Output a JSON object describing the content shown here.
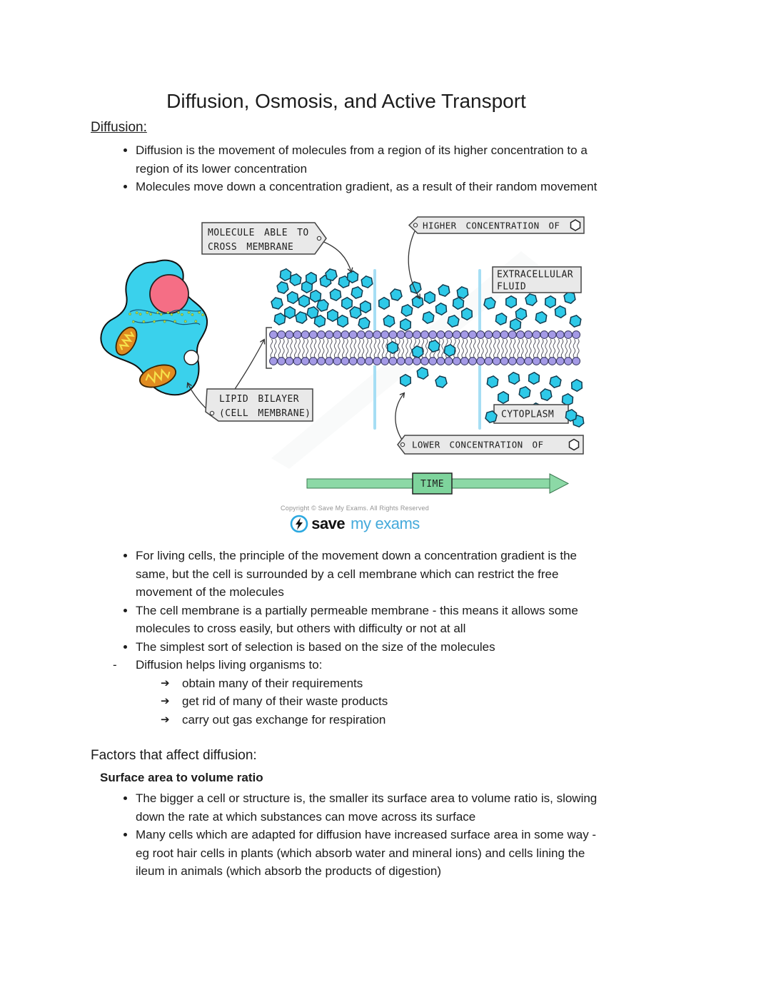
{
  "title": "Diffusion, Osmosis, and Active Transport",
  "diffusion_section": {
    "heading": "Diffusion:",
    "bullets": [
      "Diffusion is the movement of molecules from a region of its higher concentration to a\nregion of its lower concentration",
      "Molecules move down a concentration gradient, as a result of their random movement"
    ]
  },
  "diagram": {
    "labels": {
      "molecule_line1": "MOLECULE ABLE TO",
      "molecule_line2": "CROSS MEMBRANE",
      "higher_concentration": "HIGHER CONCENTRATION OF",
      "extracellular_line1": "EXTRACELLULAR",
      "extracellular_line2": "FLUID",
      "lipid_line1": "LIPID BILAYER",
      "lipid_line2": "(CELL MEMBRANE)",
      "cytoplasm": "CYTOPLASM",
      "lower_concentration": "LOWER CONCENTRATION OF",
      "time": "TIME"
    },
    "panels": [
      {
        "outside_molecules": 28,
        "in_membrane": 0,
        "cytoplasm_molecules": 0
      },
      {
        "outside_molecules": 15,
        "in_membrane": 4,
        "cytoplasm_molecules": 3
      },
      {
        "outside_molecules": 11,
        "in_membrane": 0,
        "cytoplasm_molecules": 14
      }
    ],
    "colors": {
      "molecule": "#2ec9e8",
      "membrane_head": "#a49ae6",
      "cell": "#3ad1ec",
      "nucleus": "#f56e85",
      "mitochondria": "#e08b20",
      "label_box": "#e9e9e9",
      "time_green": "#8cd9a6",
      "time_box_green": "#7ed49c",
      "divider_blue": "#a6def4"
    }
  },
  "footer": {
    "copyright": "Copyright © Save My Exams. All Rights Reserved",
    "logo_save": "save",
    "logo_my": "my",
    "logo_exams": "exams"
  },
  "diffusion_section2": {
    "bullets": [
      "For living cells, the principle of the movement down a concentration gradient is the\nsame, but the cell is surrounded by a cell membrane which can restrict the free\nmovement of the molecules",
      "The cell membrane is a partially permeable membrane - this means it allows some\nmolecules to cross easily, but others with difficulty or not at all",
      "The simplest sort of selection is based on the size of the molecules"
    ],
    "dash_marker": "-",
    "dash_item": "Diffusion helps living organisms to:",
    "arrow_items": [
      "obtain many of their requirements",
      "get rid of many of their waste products",
      "carry out gas exchange for respiration"
    ]
  },
  "factors_section": {
    "heading": "Factors that affect diffusion:",
    "subheading": "Surface area to volume ratio",
    "bullets": [
      "The bigger a cell or structure is, the smaller its surface area to volume ratio is, slowing\ndown the rate at which substances can move across its surface",
      "Many cells which are adapted for diffusion have increased surface area in some way -\neg root hair cells in plants (which absorb water and mineral ions) and cells lining the\nileum in animals (which absorb the products of digestion)"
    ]
  },
  "icons": {
    "arrow_bullet": "➔"
  }
}
